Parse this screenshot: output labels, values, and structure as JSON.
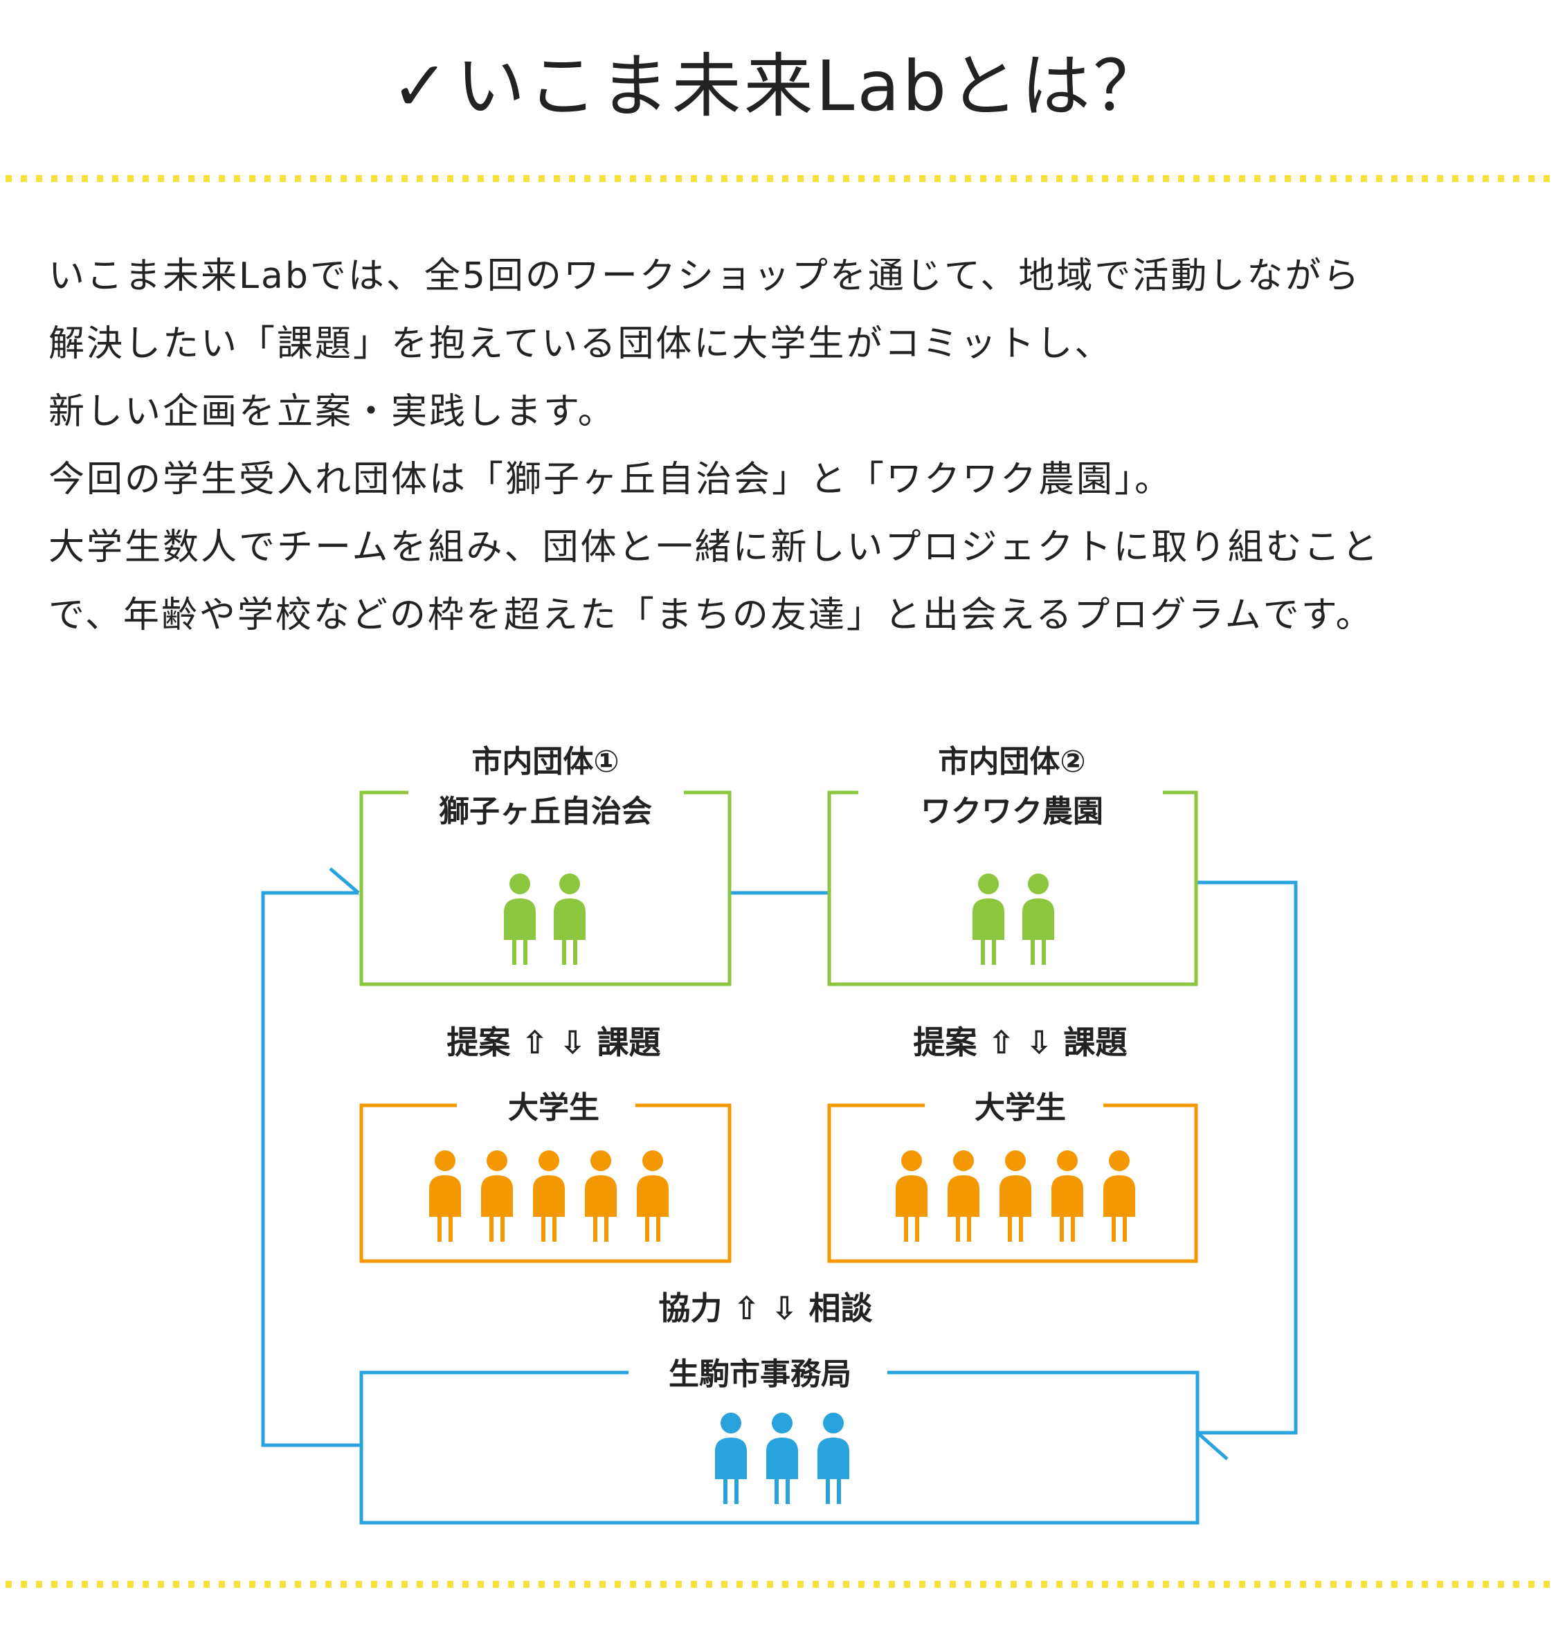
{
  "header": {
    "check_mark": "✓",
    "title": "いこま未来Labとは？"
  },
  "intro": {
    "lines": [
      "いこま未来Labでは、全5回のワークショップを通じて、地域で活動しながら",
      "解決したい「課題」を抱えている団体に大学生がコミットし、",
      "新しい企画を立案・実践します。",
      "今回の学生受入れ団体は「獅子ヶ丘自治会」と「ワクワク農園」。",
      "大学生数人でチームを組み、団体と一緒に新しいプロジェクトに取り組むこと",
      "で、年齢や学校などの枠を超えた「まちの友達」と出会えるプログラムです。"
    ]
  },
  "diagram": {
    "colors": {
      "org": "#8cc63f",
      "student": "#f39800",
      "office": "#29a3de",
      "dots": "#f7e23b"
    },
    "org1": {
      "label_line1": "市内団体①",
      "label_line2": "獅子ヶ丘自治会",
      "people": 2
    },
    "org2": {
      "label_line1": "市内団体②",
      "label_line2": "ワクワク農園",
      "people": 2
    },
    "relation_org_student_left": "提案 ⇧ ⇩ 課題",
    "relation_org_student_right": "提案 ⇧ ⇩ 課題",
    "students_left": {
      "label": "大学生",
      "people": 5
    },
    "students_right": {
      "label": "大学生",
      "people": 5
    },
    "relation_student_office": "協力 ⇧ ⇩ 相談",
    "office": {
      "label": "生駒市事務局",
      "people": 3
    }
  }
}
